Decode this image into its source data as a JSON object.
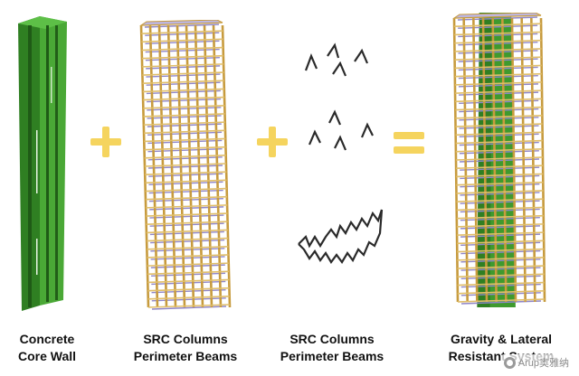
{
  "colors": {
    "core_green": "#3f9a2e",
    "core_dark": "#1f5a16",
    "column_gold": "#d8b45a",
    "beam_purple": "#8f86c8",
    "operator_yellow": "#f5d45e",
    "text": "#111111"
  },
  "captions": {
    "core_wall": [
      "Concrete",
      "Core Wall"
    ],
    "src_columns_a": [
      "SRC Columns",
      "Perimeter Beams"
    ],
    "src_columns_b": [
      "SRC Columns",
      "Perimeter Beams"
    ],
    "system": [
      "Gravity & Lateral",
      "Resistant System"
    ]
  },
  "operators": {
    "plus": "+",
    "equals": "="
  },
  "watermark": {
    "icon": "wechat-icon",
    "text": "Arup奥雅纳"
  }
}
